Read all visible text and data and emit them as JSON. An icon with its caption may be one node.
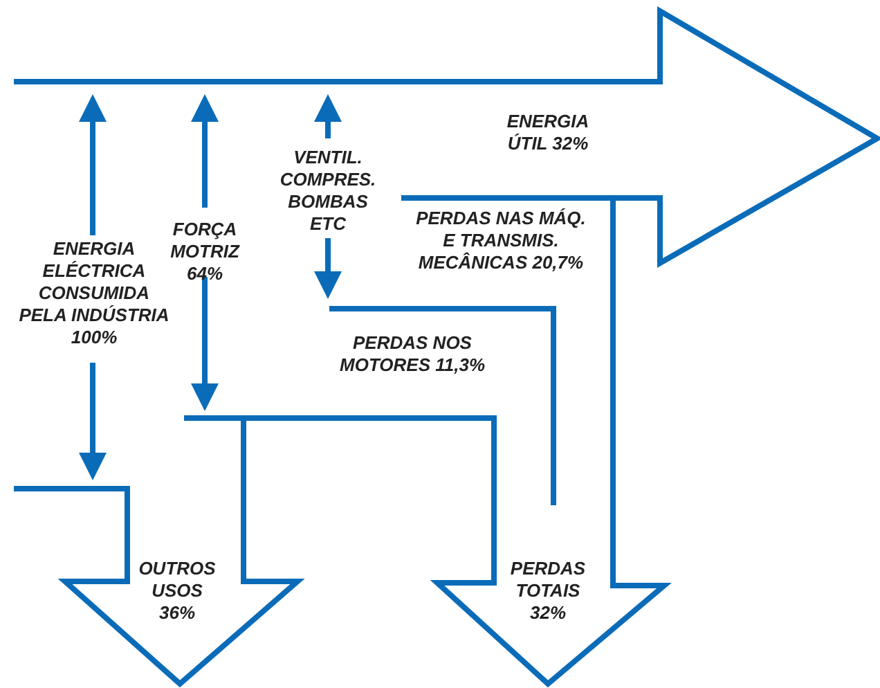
{
  "diagram": {
    "labels": [
      "ENERGIA ÚTIL 32%",
      "VENTIL. COMPRES. BOMBAS ETC",
      "FORÇA MOTRIZ 64%",
      "PERDAS NAS MÁQ. E TRANSMIS. MECÂNICAS 20,7%",
      "ENERGIA ELÉCTRICA CONSUMIDA PELA INDÚSTRIA 100%",
      "PERDAS NOS MOTORES 11,3%",
      "OUTROS USOS 36%",
      "PERDAS TOTAIS 32%"
    ]
  }
}
